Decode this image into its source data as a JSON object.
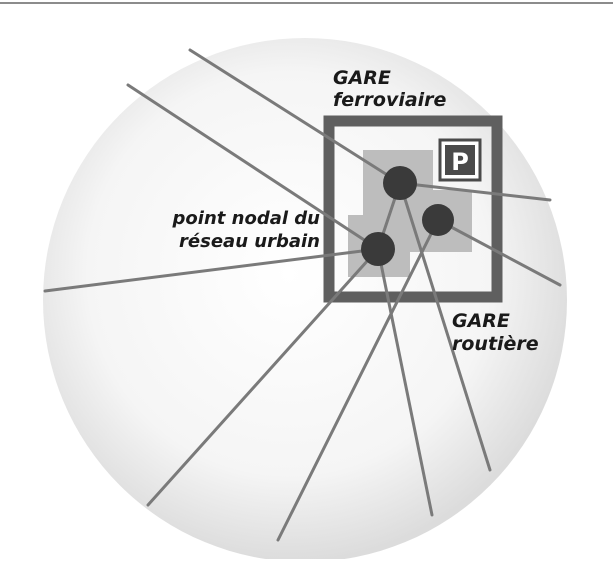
{
  "labels": {
    "gare_ferroviaire_line1": "GARE",
    "gare_ferroviaire_line2": "ferroviaire",
    "point_nodal_line1": "point nodal du",
    "point_nodal_line2": "réseau urbain",
    "gare_routiere_line1": "GARE",
    "gare_routiere_line2": "routière",
    "parking_symbol": "P"
  },
  "colors": {
    "line": "#7a7a7a",
    "node": "#3a3a3a",
    "frame": "#5f5f5f",
    "square": "#bdbdbd",
    "sphere_edge": "#d9d9d9"
  }
}
